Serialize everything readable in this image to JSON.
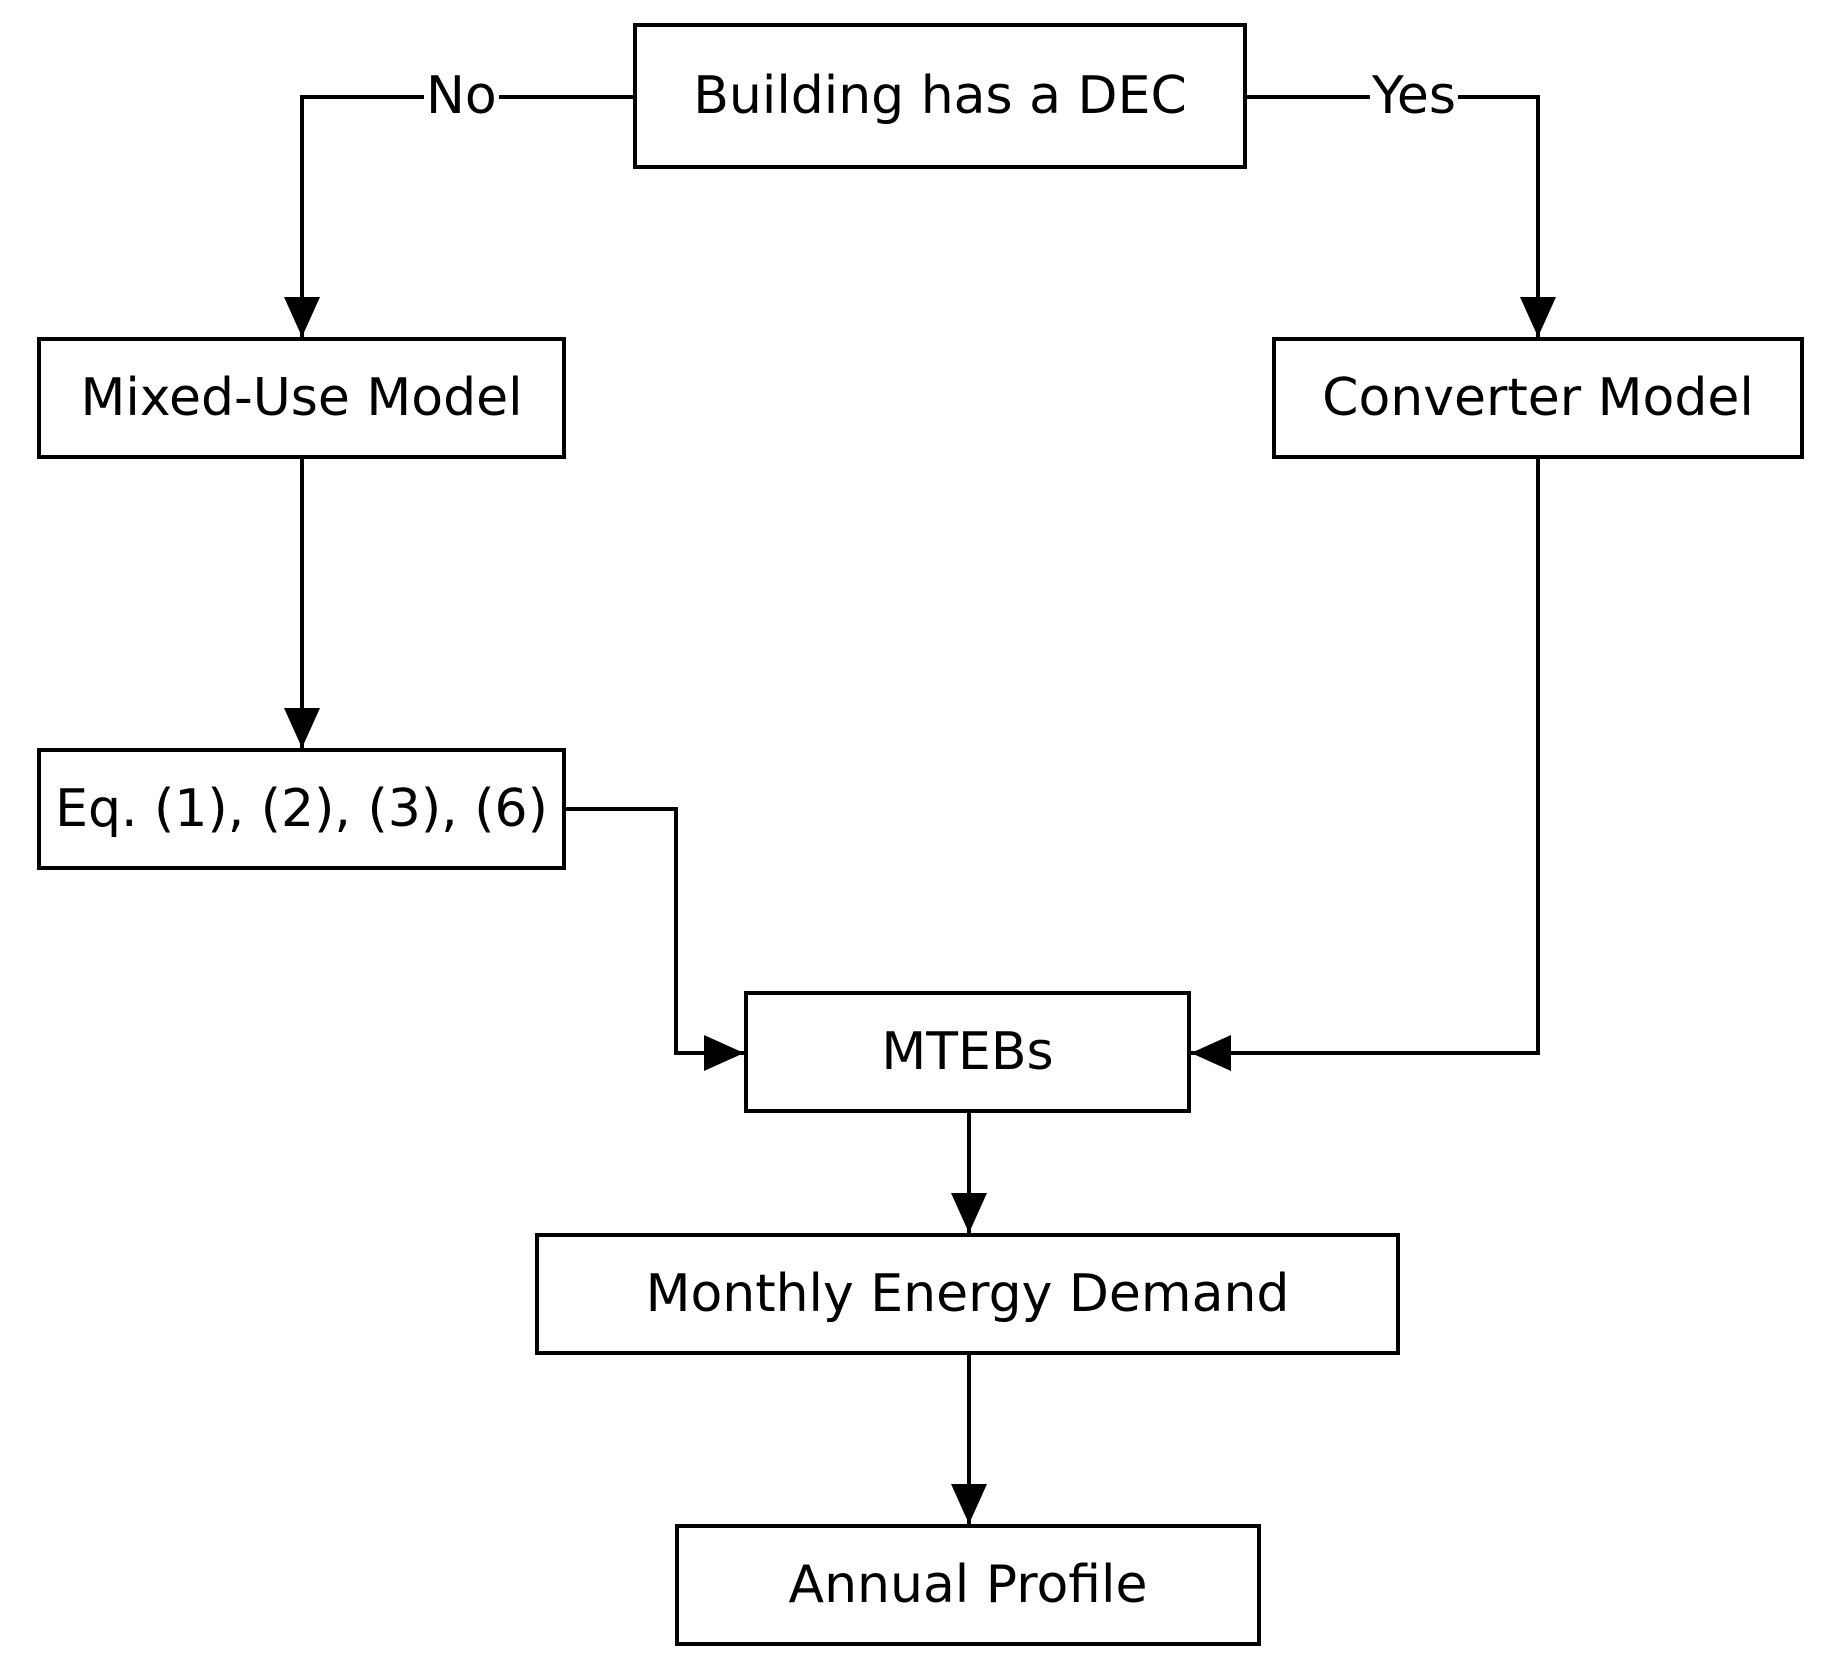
{
  "diagram": {
    "nodes": {
      "decision": "Building has a DEC",
      "mixed_use": "Mixed-Use Model",
      "converter": "Converter Model",
      "equations": "Eq. (1), (2), (3), (6)",
      "mtebs": "MTEBs",
      "monthly": "Monthly Energy Demand",
      "annual": "Annual Profile"
    },
    "edge_labels": {
      "no": "No",
      "yes": "Yes"
    },
    "colors": {
      "stroke": "#000000",
      "background": "#ffffff"
    }
  }
}
